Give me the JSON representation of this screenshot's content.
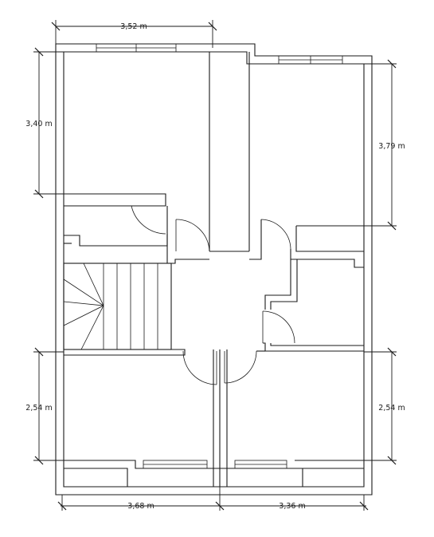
{
  "plan": {
    "dimensions": {
      "top_width": "3,52 m",
      "left_upper_height": "3,40 m",
      "right_upper_height": "3,79 m",
      "left_lower_height": "2,54 m",
      "right_lower_height": "2,54 m",
      "bottom_left_width": "3,68 m",
      "bottom_right_width": "3,36 m"
    },
    "colors": {
      "line": "#1a1a1a",
      "background": "#ffffff"
    }
  }
}
